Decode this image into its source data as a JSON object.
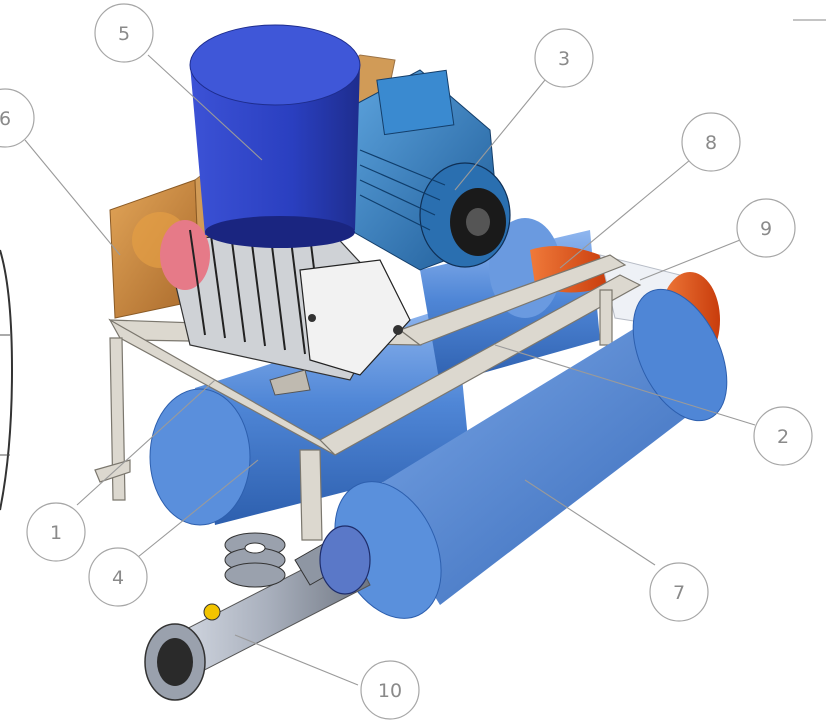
{
  "callouts": [
    {
      "id": "1",
      "label": "1"
    },
    {
      "id": "2",
      "label": "2"
    },
    {
      "id": "3",
      "label": "3"
    },
    {
      "id": "4",
      "label": "4"
    },
    {
      "id": "5",
      "label": "5"
    },
    {
      "id": "6",
      "label": "6"
    },
    {
      "id": "7",
      "label": "7"
    },
    {
      "id": "8",
      "label": "8"
    },
    {
      "id": "9",
      "label": "9"
    },
    {
      "id": "10",
      "label": "10"
    }
  ],
  "colors": {
    "tank_blue": "#4f86d6",
    "filter_blue": "#2c3fb8",
    "motor_blue": "#2f78b8",
    "frame_grey": "#d9d5cc",
    "housing_orange": "#c98a3a",
    "accent_orange": "#e8541a",
    "leader_grey": "#9a9a9a"
  }
}
